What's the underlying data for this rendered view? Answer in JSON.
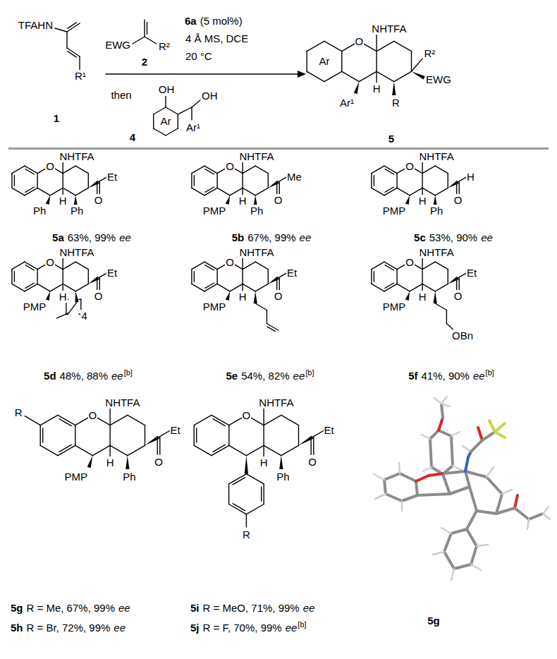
{
  "diagram": {
    "labels": [
      "TFAHN",
      "R¹",
      "1",
      "EWG",
      "R²",
      "2",
      "6a",
      "(5 mol%)",
      "4 Å MS, DCE",
      "20 °C",
      "then",
      "OH",
      "OH",
      "Ar",
      "Ar¹",
      "4",
      "Ar",
      "O",
      "NHTFA",
      "Ar¹",
      "H",
      "R",
      "R²",
      "EWG",
      "5",
      "O",
      "NHTFA",
      "Ph",
      "H",
      "Ph",
      "Et",
      "O",
      "5a",
      "63%, 99%",
      "ee",
      "O",
      "NHTFA",
      "PMP",
      "H",
      "Ph",
      "Me",
      "O",
      "5b",
      "67%, 99%",
      "ee",
      "O",
      "NHTFA",
      "PMP",
      "H",
      "Ph",
      "H",
      "O",
      "5c",
      "53%, 90%",
      "ee",
      "O",
      "NHTFA",
      "PMP",
      "H",
      "4",
      "Et",
      "O",
      "5d",
      "48%, 88%",
      "ee",
      "[b]",
      "O",
      "NHTFA",
      "PMP",
      "H",
      "Et",
      "O",
      "5e",
      "54%, 82%",
      "ee",
      "[b]",
      "O",
      "NHTFA",
      "PMP",
      "H",
      "OBn",
      "Et",
      "O",
      "5f",
      "41%, 90%",
      "ee",
      "[b]",
      "R",
      "O",
      "NHTFA",
      "PMP",
      "H",
      "Ph",
      "Et",
      "O",
      "O",
      "NHTFA",
      "R",
      "H",
      "Ph",
      "Et",
      "O",
      "5g",
      "R = Me, 67%, 99%",
      "ee",
      "5h",
      "R = Br, 72%, 99%",
      "ee",
      "5i",
      "R = MeO, 71%, 99%",
      "ee",
      "5j",
      "R = F, 70%, 99%",
      "ee",
      "[b]",
      "5g"
    ]
  }
}
